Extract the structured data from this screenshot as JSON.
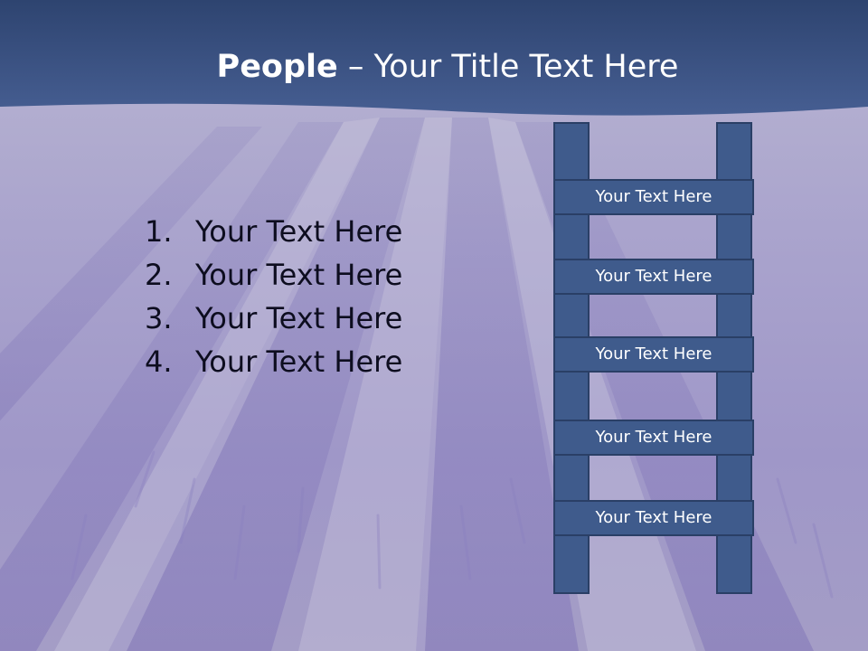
{
  "title": {
    "bold": "People",
    "dash": " – ",
    "rest": "Your Title Text Here"
  },
  "list": [
    {
      "num": "1.",
      "text": "Your Text Here"
    },
    {
      "num": "2.",
      "text": "Your Text Here"
    },
    {
      "num": "3.",
      "text": "Your Text Here"
    },
    {
      "num": "4.",
      "text": "Your Text Here"
    }
  ],
  "ladder": {
    "rungs": [
      "Your Text Here",
      "Your Text Here",
      "Your Text Here",
      "Your Text Here",
      "Your Text Here"
    ]
  },
  "colors": {
    "header": "#3d5585",
    "ladder_fill": "#3f5b8c",
    "ladder_border": "#2a3f66",
    "field": "#a9a3cc"
  }
}
